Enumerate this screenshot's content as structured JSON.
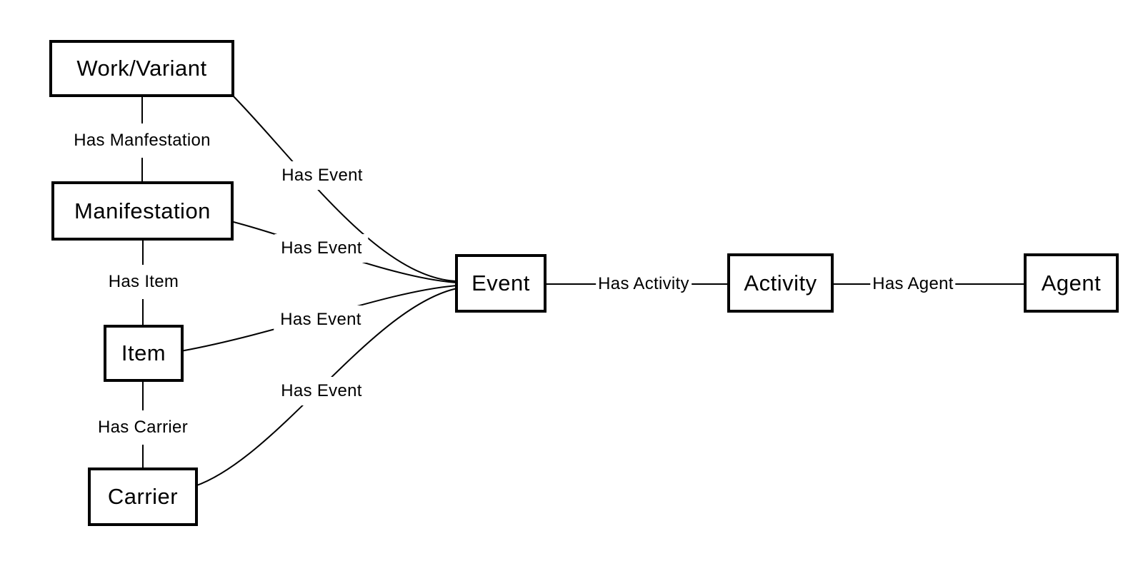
{
  "diagram": {
    "colors": {
      "background": "#ffffff",
      "stroke": "#000000",
      "node_border": "#000000",
      "text": "#000000"
    },
    "nodes": [
      {
        "id": "work_variant",
        "label": "Work/Variant"
      },
      {
        "id": "manifestation",
        "label": "Manifestation"
      },
      {
        "id": "item",
        "label": "Item"
      },
      {
        "id": "carrier",
        "label": "Carrier"
      },
      {
        "id": "event",
        "label": "Event"
      },
      {
        "id": "activity",
        "label": "Activity"
      },
      {
        "id": "agent",
        "label": "Agent"
      }
    ],
    "edges": [
      {
        "from": "work_variant",
        "to": "manifestation",
        "label": "Has Manfestation"
      },
      {
        "from": "manifestation",
        "to": "item",
        "label": "Has Item"
      },
      {
        "from": "item",
        "to": "carrier",
        "label": "Has Carrier"
      },
      {
        "from": "work_variant",
        "to": "event",
        "label": "Has Event"
      },
      {
        "from": "manifestation",
        "to": "event",
        "label": "Has Event"
      },
      {
        "from": "item",
        "to": "event",
        "label": "Has Event"
      },
      {
        "from": "carrier",
        "to": "event",
        "label": "Has Event"
      },
      {
        "from": "event",
        "to": "activity",
        "label": "Has Activity"
      },
      {
        "from": "activity",
        "to": "agent",
        "label": "Has Agent"
      }
    ]
  }
}
